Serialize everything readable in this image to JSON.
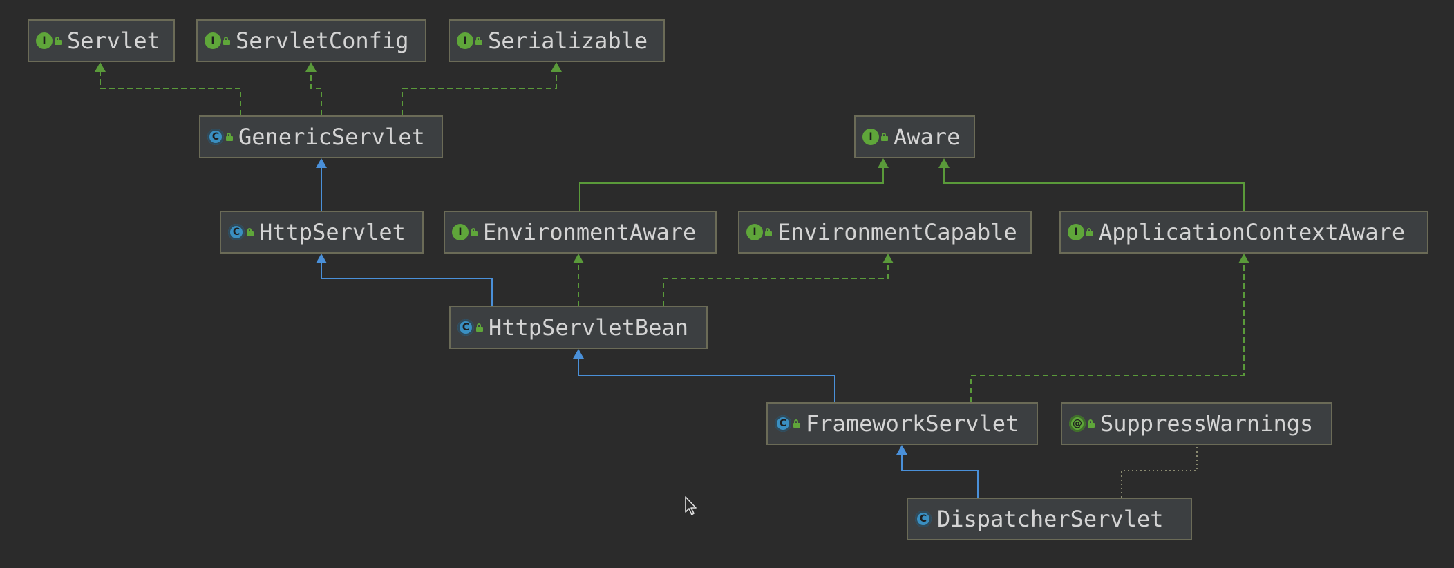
{
  "nodes": [
    {
      "id": "servlet",
      "label": "Servlet",
      "kind": "interface",
      "icon": "interface-icon"
    },
    {
      "id": "servletconfig",
      "label": "ServletConfig",
      "kind": "interface",
      "icon": "interface-icon"
    },
    {
      "id": "serializable",
      "label": "Serializable",
      "kind": "interface",
      "icon": "interface-icon"
    },
    {
      "id": "genericservlet",
      "label": "GenericServlet",
      "kind": "abstract-class",
      "icon": "abstract-class-icon"
    },
    {
      "id": "aware",
      "label": "Aware",
      "kind": "interface",
      "icon": "interface-icon"
    },
    {
      "id": "httpservlet",
      "label": "HttpServlet",
      "kind": "abstract-class",
      "icon": "abstract-class-icon"
    },
    {
      "id": "environmentaware",
      "label": "EnvironmentAware",
      "kind": "interface",
      "icon": "interface-icon"
    },
    {
      "id": "environmentcapable",
      "label": "EnvironmentCapable",
      "kind": "interface",
      "icon": "interface-icon"
    },
    {
      "id": "applicationcontextaware",
      "label": "ApplicationContextAware",
      "kind": "interface",
      "icon": "interface-icon"
    },
    {
      "id": "httpservletbean",
      "label": "HttpServletBean",
      "kind": "abstract-class",
      "icon": "abstract-class-icon"
    },
    {
      "id": "frameworkservlet",
      "label": "FrameworkServlet",
      "kind": "abstract-class",
      "icon": "abstract-class-icon"
    },
    {
      "id": "suppresswarnings",
      "label": "SuppressWarnings",
      "kind": "annotation",
      "icon": "annotation-icon"
    },
    {
      "id": "dispatcherservlet",
      "label": "DispatcherServlet",
      "kind": "class",
      "icon": "class-icon"
    }
  ],
  "relations": [
    {
      "from": "genericservlet",
      "to": "servlet",
      "type": "implements"
    },
    {
      "from": "genericservlet",
      "to": "servletconfig",
      "type": "implements"
    },
    {
      "from": "genericservlet",
      "to": "serializable",
      "type": "implements"
    },
    {
      "from": "httpservlet",
      "to": "genericservlet",
      "type": "extends"
    },
    {
      "from": "environmentaware",
      "to": "aware",
      "type": "extends-interface"
    },
    {
      "from": "applicationcontextaware",
      "to": "aware",
      "type": "extends-interface"
    },
    {
      "from": "httpservletbean",
      "to": "httpservlet",
      "type": "extends"
    },
    {
      "from": "httpservletbean",
      "to": "environmentaware",
      "type": "implements"
    },
    {
      "from": "httpservletbean",
      "to": "environmentcapable",
      "type": "implements"
    },
    {
      "from": "frameworkservlet",
      "to": "httpservletbean",
      "type": "extends"
    },
    {
      "from": "frameworkservlet",
      "to": "applicationcontextaware",
      "type": "implements"
    },
    {
      "from": "dispatcherservlet",
      "to": "frameworkservlet",
      "type": "extends"
    },
    {
      "from": "dispatcherservlet",
      "to": "suppresswarnings",
      "type": "annotated-with"
    }
  ],
  "colors": {
    "background": "#2b2b2b",
    "extends": "#4a90d9",
    "implements": "#5a9a3a",
    "annotation": "#8a8a70"
  }
}
